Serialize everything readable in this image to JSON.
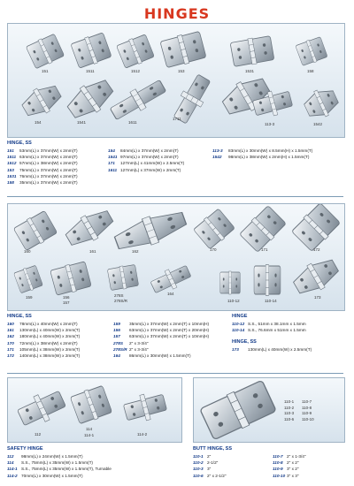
{
  "title": "HINGES",
  "panel1": {
    "captions": [
      "151",
      "1511",
      "1512",
      "153",
      "1531",
      "158",
      "154",
      "1541",
      "1611",
      "1711",
      "113-3",
      "1542"
    ]
  },
  "section1": {
    "heading": "HINGE, SS",
    "col1": [
      {
        "code": "151",
        "spec": "53mm(L) x 37mm(W) x 2mm(T)"
      },
      {
        "code": "1511",
        "spec": "63mm(L) x 37mm(W) x 2mm(T)"
      },
      {
        "code": "1512",
        "spec": "57mm(L) x 38mm(W) x 2mm(T)"
      },
      {
        "code": "153",
        "spec": "75mm(L) x 37mm(W) x 2mm(T)"
      },
      {
        "code": "1531",
        "spec": "76mm(L) x 37mm(W) x 2mm(T)"
      },
      {
        "code": "158",
        "spec": "35mm(L) x 37mm(W) x 2mm(T)"
      }
    ],
    "col2": [
      {
        "code": "154",
        "spec": "84mm(L) x 37mm(W) x 2mm(T)"
      },
      {
        "code": "1541",
        "spec": "97mm(L) x 37mm(W) x 2mm(T)"
      },
      {
        "code": "171",
        "spec": "127mm(L) x 41mm(W) x 2.5mm(T)"
      },
      {
        "code": "1611",
        "spec": "127mm(L) x 37mm(W) x 2mm(T)"
      }
    ],
    "col3": [
      {
        "code": "113-3",
        "spec": "83mm(L) x 30mm(W) x 8.5mm(H) x 1.5mm(T)"
      },
      {
        "code": "1542",
        "spec": "98mm(L) x 38mm(W) x 2mm(H) x 1.5mm(T)"
      }
    ]
  },
  "panel2": {
    "captions": [
      "160",
      "161",
      "162",
      "170",
      "171",
      "172",
      "159",
      "156",
      "157",
      "278S",
      "278S/R",
      "164",
      "110-12",
      "110-14",
      "173"
    ]
  },
  "section2": {
    "heading": "HINGE, SS",
    "col1": [
      {
        "code": "160",
        "spec": "78mm(L) x 40mm(W) x 2mm(T)"
      },
      {
        "code": "161",
        "spec": "130mm(L) x 40mm(W) x 2mm(T)"
      },
      {
        "code": "162",
        "spec": "180mm(L) x 40mm(W) x 2mm(T)"
      },
      {
        "code": "170",
        "spec": "72mm(L) x 38mm(W) x 2mm(T)"
      },
      {
        "code": "171",
        "spec": "105mm(L) x 38mm(W) x 2mm(T)"
      },
      {
        "code": "172",
        "spec": "140mm(L) x 38mm(W) x 2mm(T)"
      }
    ],
    "col2": [
      {
        "code": "159",
        "spec": "35mm(L) x 37mm(W) x 2mm(T) x 10mm(H)"
      },
      {
        "code": "156",
        "spec": "63mm(L) x 37mm(W) x 2mm(T) x 20mm(H)"
      },
      {
        "code": "157",
        "spec": "63mm(L) x 37mm(W) x 2mm(T) x 10mm(H)"
      },
      {
        "code": "278S",
        "spec": "2\" x 3-3/4\""
      },
      {
        "code": "278S/R",
        "spec": "2\" x 3-3/4\""
      },
      {
        "code": "164",
        "spec": "86mm(L) x 30mm(W) x 1.5mm(T)"
      }
    ],
    "heading_b": "HINGE",
    "col3": [
      {
        "code": "110-12",
        "spec": "S.S., 51mm x 38.1mm x 1.5mm"
      },
      {
        "code": "110-14",
        "spec": "S.S., 76.6mm x 51mm x 1.5mm"
      }
    ],
    "heading_c": "HINGE, SS",
    "col3b": [
      {
        "code": "173",
        "spec": "130mm(L) x 40mm(W) x 2.5mm(T)"
      }
    ]
  },
  "panel3": {
    "captions": [
      "112",
      "114",
      "114-1",
      "114-2"
    ]
  },
  "panel4": {
    "table": [
      [
        "110-1",
        "110-7"
      ],
      [
        "110-2",
        "110-8"
      ],
      [
        "110-3",
        "110-9"
      ],
      [
        "110-6",
        "110-10"
      ]
    ]
  },
  "section3": {
    "heading": "SAFETY HINGE",
    "col1": [
      {
        "code": "112",
        "spec": "98mm(L) x 24mm(W) x 1.5mm(T)"
      },
      {
        "code": "114",
        "spec": "S.S., 75mm(L) x 35mm(W) x 1.5mm(T)"
      },
      {
        "code": "114-1",
        "spec": "S.S., 75mm(L) x 35mm(W) x 1.5mm(T), Turnable"
      },
      {
        "code": "114-2",
        "spec": "70mm(L) x 30mm(W) x 1.5mm(T)"
      }
    ],
    "heading_b": "BUTT HINGE, SS",
    "col2": [
      {
        "code": "110-1",
        "spec": "2\""
      },
      {
        "code": "110-2",
        "spec": "2-1/2\""
      },
      {
        "code": "110-3",
        "spec": "3\""
      },
      {
        "code": "110-6",
        "spec": "2\" x 2-1/2\""
      }
    ],
    "col3": [
      {
        "code": "110-7",
        "spec": "2\" x 1-3/4\""
      },
      {
        "code": "110-8",
        "spec": "2\" x 2\""
      },
      {
        "code": "110-9",
        "spec": "3\" x 2\""
      },
      {
        "code": "110-10",
        "spec": "3\" x 3\""
      }
    ]
  }
}
